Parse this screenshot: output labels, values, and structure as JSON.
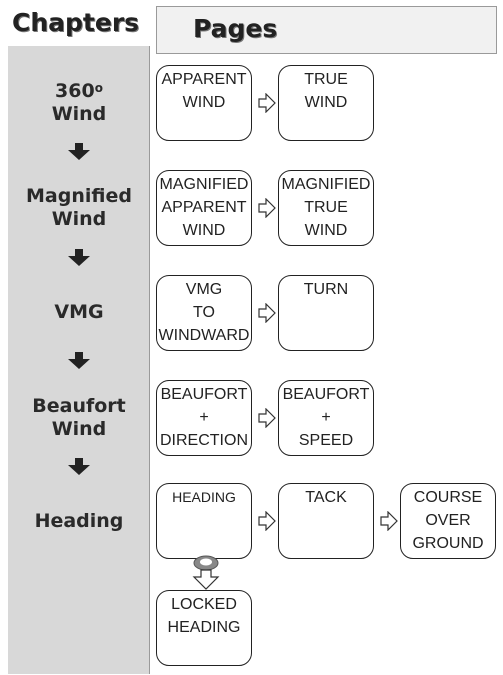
{
  "headers": {
    "chapters": "Chapters",
    "pages": "Pages"
  },
  "chapters": [
    {
      "line1": "360",
      "sup": "o",
      "line2": "Wind"
    },
    {
      "line1": "Magnified",
      "line2": "Wind"
    },
    {
      "line1": "VMG"
    },
    {
      "line1": "Beaufort",
      "line2": "Wind"
    },
    {
      "line1": "Heading"
    }
  ],
  "pages": {
    "apparent_wind": "APPARENT\nWIND",
    "true_wind": "TRUE\nWIND",
    "magnified_apparent_wind": "MAGNIFIED\nAPPARENT\nWIND",
    "magnified_true_wind": "MAGNIFIED\nTRUE\nWIND",
    "vmg_to_windward": "VMG\nTO\nWINDWARD",
    "turn": "TURN",
    "beaufort_direction": "BEAUFORT\n+\nDIRECTION",
    "beaufort_speed": "BEAUFORT\n+\nSPEED",
    "heading": "HEADING",
    "tack": "TACK",
    "course_over_ground": "COURSE\nOVER\nGROUND",
    "locked_heading": "LOCKED\nHEADING"
  },
  "icons": {
    "chapter_arrow": "down-arrow-icon",
    "page_arrow": "right-arrow-icon",
    "press_arrow": "button-press-down-arrow-icon"
  },
  "colors": {
    "chapter_column": "#d8d8d8",
    "header_bg": "#f1f1f1",
    "ink": "#222222"
  }
}
